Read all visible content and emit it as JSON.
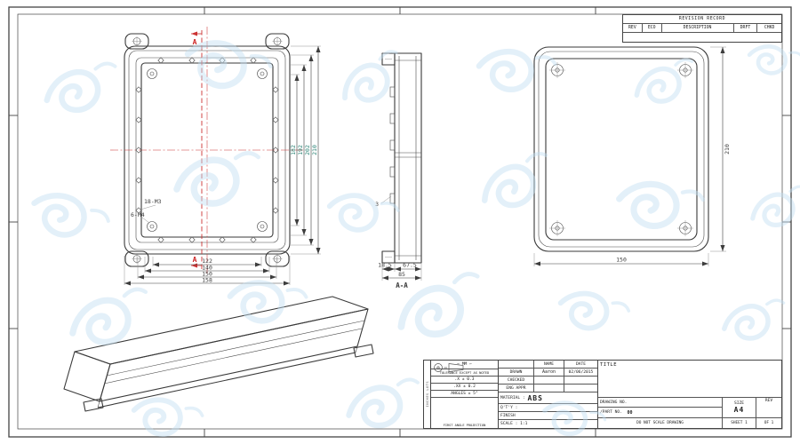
{
  "sheet": {
    "side_label": "INCHES LOTS"
  },
  "colors": {
    "line": "#3a3a3a",
    "centerline_red": "#cc3333",
    "dim_teal": "#2e8577",
    "watermark_blue": "#c3e0f2"
  },
  "revision_table": {
    "title": "REVISION RECORD",
    "columns": [
      "REV",
      "ECO",
      "DESCRIPTION",
      "DRFT",
      "CHKD"
    ]
  },
  "views": {
    "front": {
      "section_letter_top": "A",
      "section_letter_bottom": "A",
      "callout_m3": "18-M3",
      "callout_m4": "6-M4",
      "dims_bottom": [
        "122",
        "140",
        "150",
        "158"
      ],
      "dims_right": [
        "182",
        "192",
        "202",
        "210"
      ]
    },
    "section": {
      "label": "A-A",
      "dim_wall": "3",
      "dim_lid": "18.5",
      "dim_base": "67.5",
      "dim_total": "85"
    },
    "back": {
      "dim_width": "150",
      "dim_height": "210"
    }
  },
  "title_block": {
    "units": "MM",
    "tolerance_note": "TOLERANCE EXCEPT AS NOTED",
    "tol_x": ".X ± 0.3",
    "tol_xx": ".XX ± 0.2",
    "tol_ang": "ANGLES ± 5°",
    "projection": "FIRST ANGLE PROJECTION",
    "col_name": "NAME",
    "col_date": "DATE",
    "drawn_label": "DRAWN",
    "drawn_name": "Aaron",
    "drawn_date": "02/06/2015",
    "checked_label": "CHECKED",
    "engappr_label": "ENG APPR",
    "material_label": "MATERIAL :",
    "material_value": "ABS",
    "qty_label": "Q'T'Y :",
    "finish_label": "FINISH",
    "scale_label": "SCALE : 1:1",
    "title_label": "TITLE",
    "drawing_no_label": "DRAWING NO.",
    "part_no_label": "/PART  NO.",
    "part_no_value": "00",
    "size_label": "SIZE",
    "size_value": "A4",
    "rev_label": "REV",
    "sheet_label": "SHEET 1",
    "of_label": "OF 1",
    "do_not_scale": "DO NOT SCALE DRAWING"
  }
}
